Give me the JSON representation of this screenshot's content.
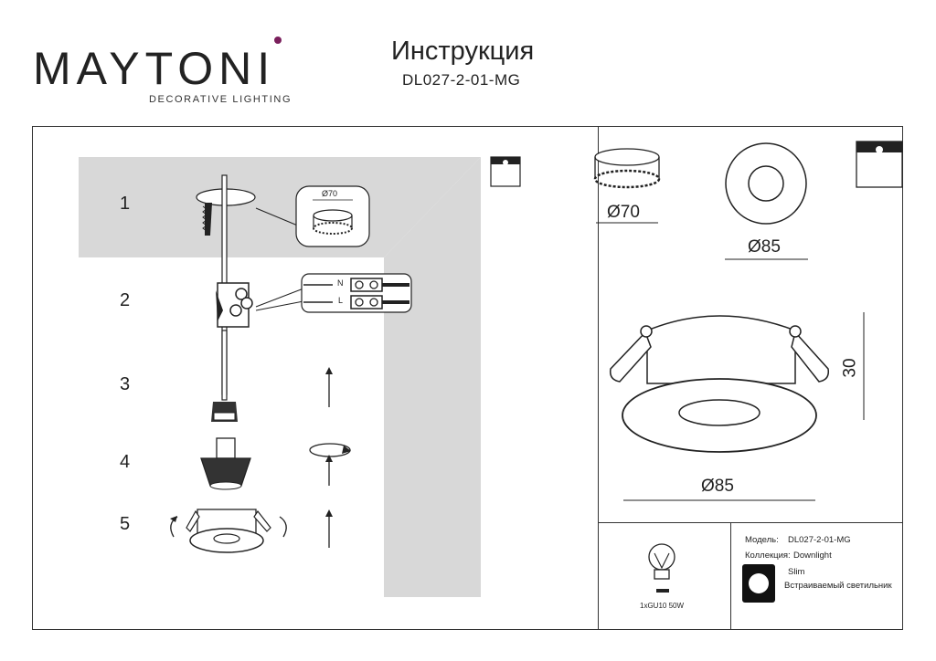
{
  "header": {
    "brand": "MAYTONI",
    "brand_sub": "DECORATIVE LIGHTING",
    "title": "Инструкция",
    "model_code": "DL027-2-01-MG"
  },
  "steps": [
    "1",
    "2",
    "3",
    "4",
    "5"
  ],
  "dimensions": {
    "cutout": "Ø70",
    "ring_top": "Ø85",
    "ring_side": "Ø85",
    "height": "30",
    "detail_cutout": "Ø70"
  },
  "wiring": {
    "n": "N",
    "l": "L"
  },
  "bulb": {
    "label": "1xGU10 50W"
  },
  "info": {
    "model_label": "Модель:",
    "model_value": "DL027-2-01-MG",
    "collection_label": "Коллекция:",
    "collection_value": "Downlight",
    "series": "Slim",
    "type": "Встраиваемый светильник"
  },
  "colors": {
    "ceiling": "#d8d8d8",
    "line": "#222222",
    "accent": "#7a1f5c"
  }
}
